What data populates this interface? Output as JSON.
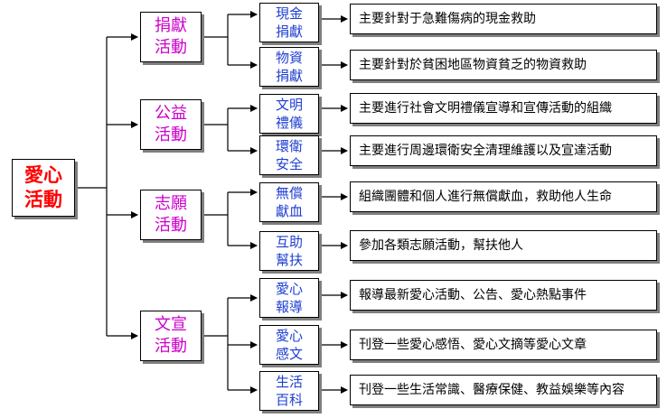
{
  "root": {
    "lines": [
      "愛心",
      "活動"
    ]
  },
  "categories": [
    {
      "lines": [
        "捐獻",
        "活動"
      ],
      "items": [
        {
          "lines": [
            "現金",
            "捐獻"
          ],
          "desc": "主要針對于急難傷病的現金救助"
        },
        {
          "lines": [
            "物資",
            "捐獻"
          ],
          "desc": "主要針對於貧困地區物資貧乏的物資救助"
        }
      ]
    },
    {
      "lines": [
        "公益",
        "活動"
      ],
      "items": [
        {
          "lines": [
            "文明",
            "禮儀"
          ],
          "desc": "主要進行社會文明禮儀宣導和宣傳活動的組織"
        },
        {
          "lines": [
            "環衛",
            "安全"
          ],
          "desc": "主要進行周邊環衛安全清理維護以及宣達活動"
        }
      ]
    },
    {
      "lines": [
        "志願",
        "活動"
      ],
      "items": [
        {
          "lines": [
            "無償",
            "獻血"
          ],
          "desc": "組織團體和個人進行無償獻血，救助他人生命"
        },
        {
          "lines": [
            "互助",
            "幫扶"
          ],
          "desc": "參加各類志願活動，幫扶他人"
        }
      ]
    },
    {
      "lines": [
        "文宣",
        "活動"
      ],
      "items": [
        {
          "lines": [
            "愛心",
            "報導"
          ],
          "desc": "報導最新愛心活動、公告、愛心熱點事件"
        },
        {
          "lines": [
            "愛心",
            "感文"
          ],
          "desc": "刊登一些愛心感悟、愛心文摘等愛心文章"
        },
        {
          "lines": [
            "生活",
            "百科"
          ],
          "desc": "刊登一些生活常識、醫療保健、教益娛樂等內容"
        }
      ]
    }
  ]
}
